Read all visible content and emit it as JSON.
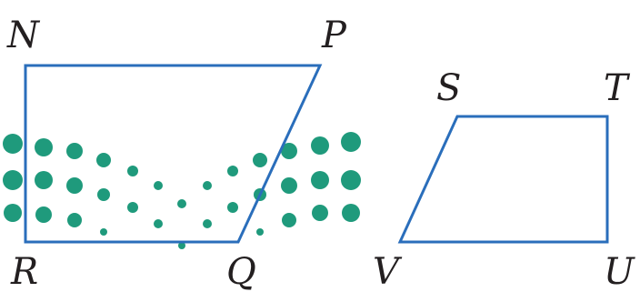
{
  "figure": {
    "quadrilateral_left": {
      "vertices": [
        "N",
        "P",
        "Q",
        "R"
      ]
    },
    "quadrilateral_right": {
      "vertices": [
        "S",
        "T",
        "U",
        "V"
      ]
    },
    "stroke_color": "#2a6ebb",
    "dot_color": "#1f9a7c",
    "label_color": "#231f20"
  }
}
